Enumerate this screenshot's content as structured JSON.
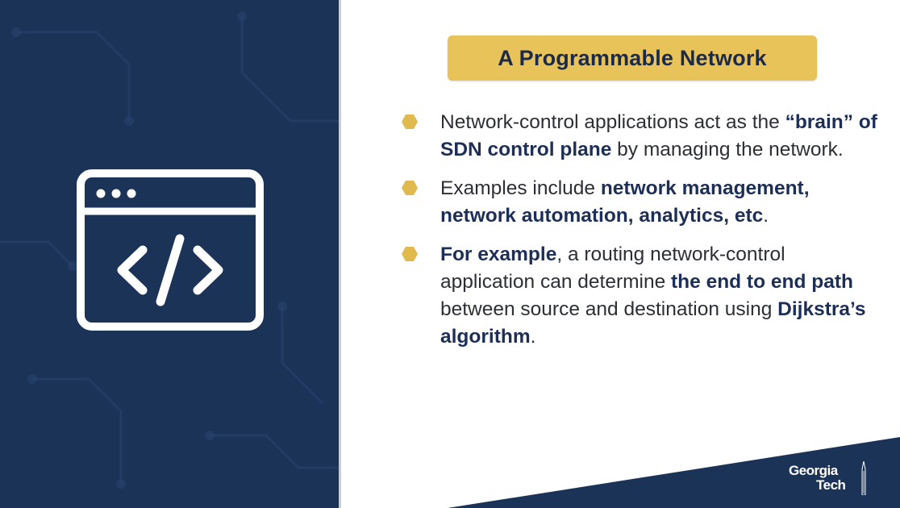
{
  "slide": {
    "title": "A Programmable Network",
    "bullets": [
      {
        "segments": [
          {
            "text": "Network-control applications act as the ",
            "bold": false
          },
          {
            "text": "“brain” of SDN control plane",
            "bold": true
          },
          {
            "text": " by managing the network.",
            "bold": false
          }
        ]
      },
      {
        "segments": [
          {
            "text": "Examples include ",
            "bold": false
          },
          {
            "text": "network management, network automation, analytics, etc",
            "bold": true
          },
          {
            "text": ".",
            "bold": false
          }
        ]
      },
      {
        "segments": [
          {
            "text": "For example",
            "bold": true
          },
          {
            "text": ", a routing network-control application can determine ",
            "bold": false
          },
          {
            "text": "the end to end path",
            "bold": true
          },
          {
            "text": " between source and destination using ",
            "bold": false
          },
          {
            "text": "Dijkstra’s algorithm",
            "bold": true
          },
          {
            "text": ".",
            "bold": false
          }
        ]
      }
    ]
  },
  "logo": {
    "line1": "Georgia",
    "line2": "Tech"
  },
  "icons": {
    "main": "code-window-icon",
    "bullet": "hexagon-bullet-icon"
  },
  "colors": {
    "navy": "#1c3358",
    "gold": "#e8c35a",
    "bullet_gold": "#e0b94f",
    "text": "#2c2f36",
    "bold_text": "#1d2f57"
  }
}
